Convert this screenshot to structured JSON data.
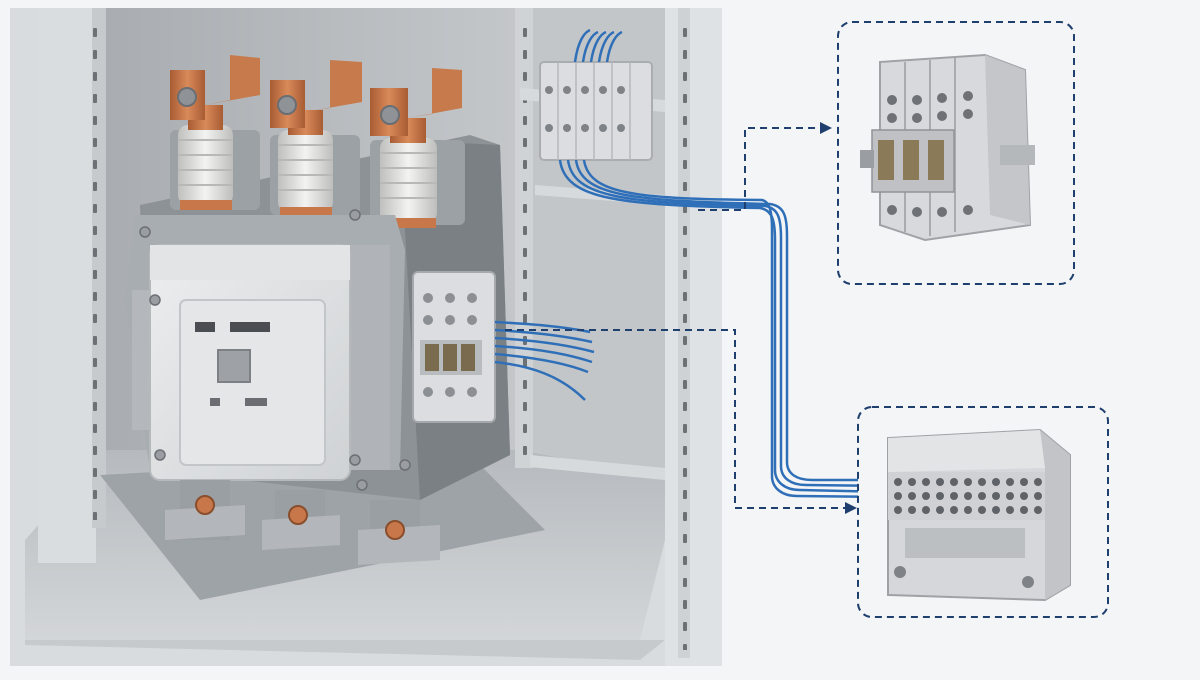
{
  "scene": {
    "description_visible_text": [],
    "colors": {
      "background": "#f4f5f6",
      "cabinet_back": "#b9bdc1",
      "cabinet_side": "#c9ccd0",
      "cabinet_floor": "#aeb2b6",
      "rail": "#d4d7da",
      "housing_dark": "#8c9196",
      "housing_light": "#dfe1e3",
      "copper": "#c8774a",
      "copper_dark": "#9a5530",
      "insulator": "#e8e8e6",
      "wire_blue": "#2f6fb8",
      "dashed_blue": "#1f3f6e",
      "terminal_grey": "#d9dadc"
    },
    "icons": [
      "contactor-assembly",
      "auxiliary-contact-block",
      "terminal-block",
      "connector-module"
    ]
  }
}
